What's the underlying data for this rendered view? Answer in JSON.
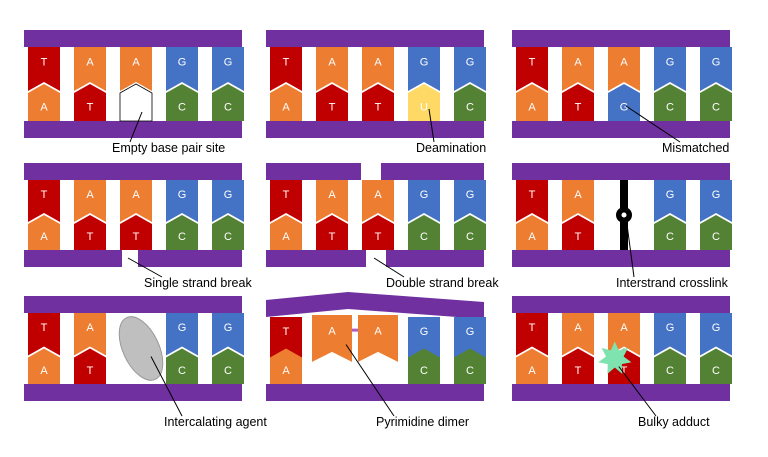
{
  "colors": {
    "backbone": "#7030a0",
    "T": "#c00000",
    "A": "#ed7d31",
    "G": "#4472c4",
    "C": "#548235",
    "U": "#ffd966",
    "empty": "#ffffff",
    "intercalator": "#bfbfbf",
    "adduct": "#7fe3b0",
    "crosslink": "#000000",
    "dimer_bond": "#b05fc0"
  },
  "panels": [
    {
      "caption": "Empty base pair site",
      "top": [
        "T",
        "A",
        "A",
        "G",
        "G"
      ],
      "bottom": [
        "A",
        "T",
        "",
        "C",
        "C"
      ],
      "lesion": "empty"
    },
    {
      "caption": "Deamination",
      "top": [
        "T",
        "A",
        "A",
        "G",
        "G"
      ],
      "bottom": [
        "A",
        "T",
        "T",
        "U",
        "C"
      ],
      "lesion": "deamination"
    },
    {
      "caption": "Mismatched",
      "top": [
        "T",
        "A",
        "A",
        "G",
        "G"
      ],
      "bottom": [
        "A",
        "T",
        "G",
        "C",
        "C"
      ],
      "lesion": "mismatch"
    },
    {
      "caption": "Single strand break",
      "top": [
        "T",
        "A",
        "A",
        "G",
        "G"
      ],
      "bottom": [
        "A",
        "T",
        "T",
        "C",
        "C"
      ],
      "lesion": "ssb"
    },
    {
      "caption": "Double strand break",
      "top": [
        "T",
        "A",
        "A",
        "G",
        "G"
      ],
      "bottom": [
        "A",
        "T",
        "T",
        "C",
        "C"
      ],
      "lesion": "dsb"
    },
    {
      "caption": "Interstrand crosslink",
      "top": [
        "T",
        "A",
        "",
        "G",
        "G"
      ],
      "bottom": [
        "A",
        "T",
        "",
        "C",
        "C"
      ],
      "lesion": "crosslink"
    },
    {
      "caption": "Intercalating agent",
      "top": [
        "T",
        "A",
        "",
        "G",
        "G"
      ],
      "bottom": [
        "A",
        "T",
        "",
        "C",
        "C"
      ],
      "lesion": "intercalator"
    },
    {
      "caption": "Pyrimidine dimer",
      "top": [
        "T",
        "A",
        "A",
        "G",
        "G"
      ],
      "bottom": [
        "A",
        "",
        "",
        "C",
        "C"
      ],
      "lesion": "dimer"
    },
    {
      "caption": "Bulky adduct",
      "top": [
        "T",
        "A",
        "A",
        "G",
        "G"
      ],
      "bottom": [
        "A",
        "T",
        "T",
        "C",
        "C"
      ],
      "lesion": "adduct"
    }
  ]
}
